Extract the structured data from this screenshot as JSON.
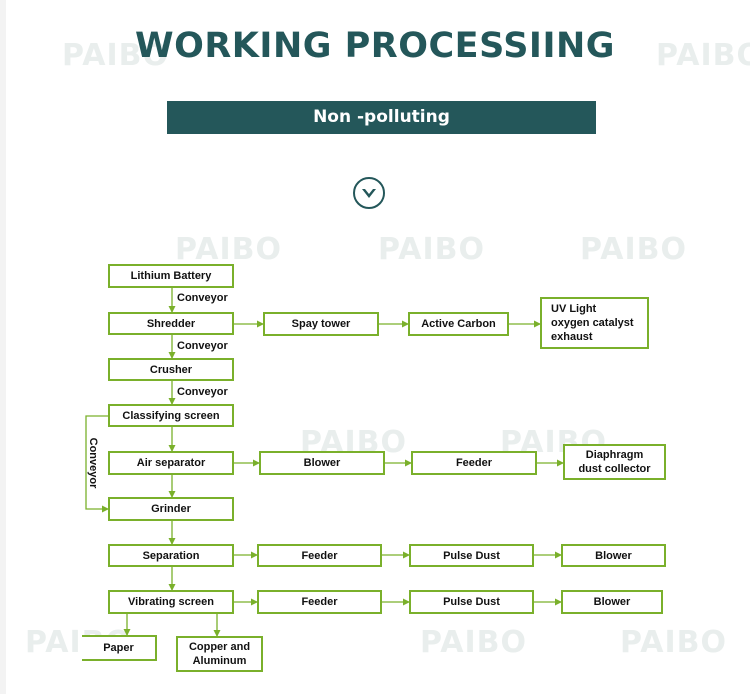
{
  "header": {
    "title": "WORKING PROCESSIING",
    "banner": "Non -polluting"
  },
  "watermark": "PAIBO",
  "colors": {
    "brand": "#24575a",
    "box_border": "#7ab02b",
    "watermark": "#e9eeed"
  },
  "icons": {
    "scroll_down": "chevron-down-circle-icon"
  },
  "flow": {
    "lithium_battery": "Lithium Battery",
    "shredder": "Shredder",
    "spray_tower": "Spay tower",
    "active_carbon": "Active Carbon",
    "uv_light": "UV Light\noxygen catalyst\nexhaust",
    "crusher": "Crusher",
    "classifying_screen": "Classifying screen",
    "air_separator": "Air separator",
    "blower_1": "Blower",
    "feeder_1": "Feeder",
    "diaphragm": "Diaphragm\ndust collector",
    "grinder": "Grinder",
    "separation": "Separation",
    "feeder_2": "Feeder",
    "pulse_dust_1": "Pulse Dust",
    "blower_2": "Blower",
    "vibrating_screen": "Vibrating screen",
    "feeder_3": "Feeder",
    "pulse_dust_2": "Pulse Dust",
    "blower_3": "Blower",
    "paper": "Paper",
    "copper_aluminum": "Copper and\nAluminum",
    "conveyor_1": "Conveyor",
    "conveyor_2": "Conveyor",
    "conveyor_3": "Conveyor",
    "conveyor_side": "Conveyor"
  }
}
